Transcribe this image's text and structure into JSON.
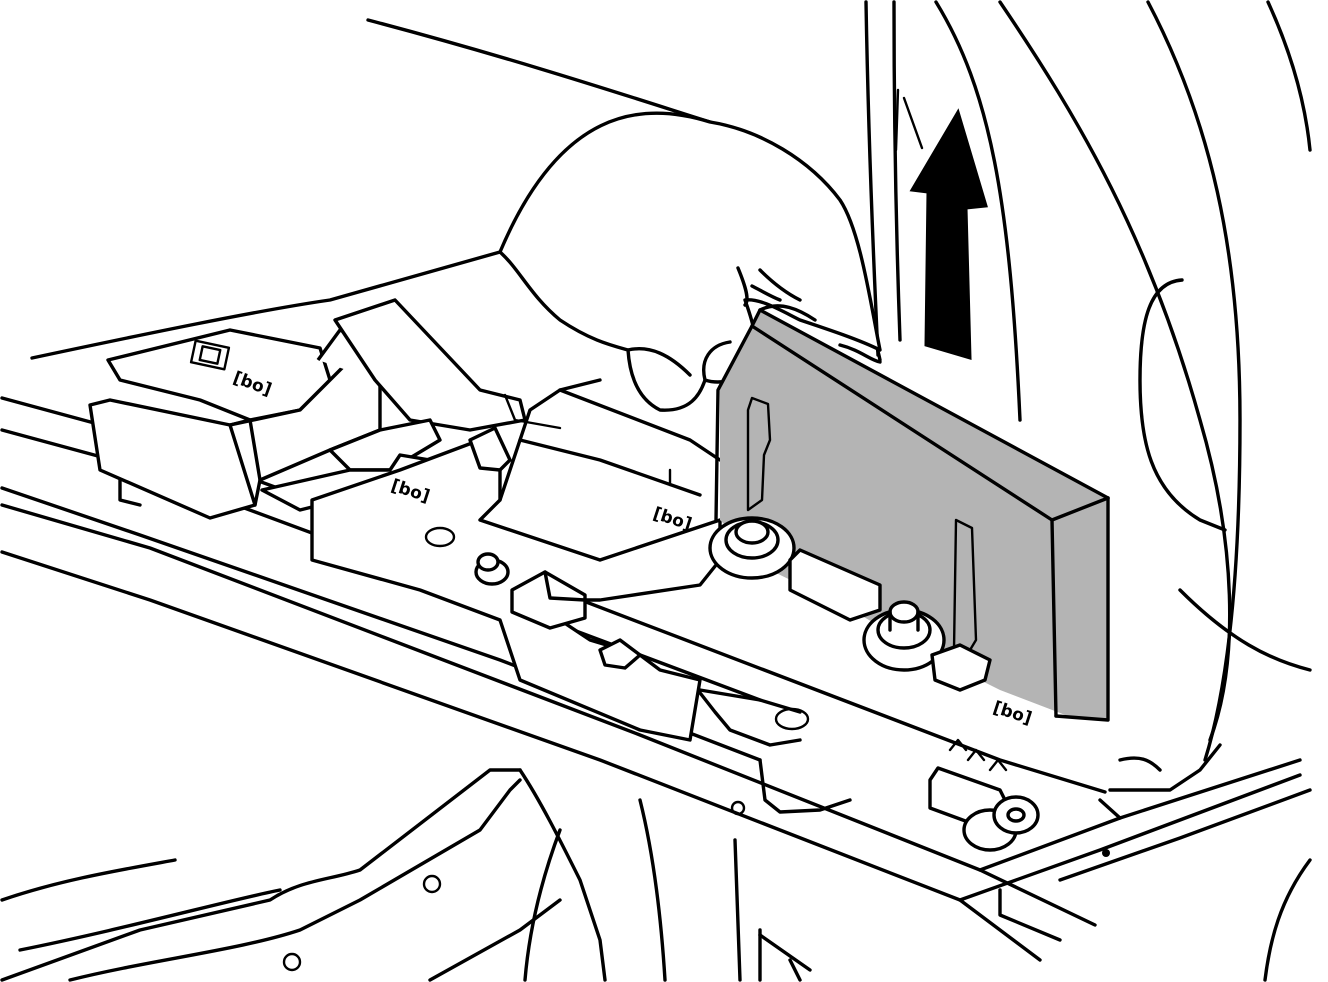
{
  "figure": {
    "type": "service-illustration",
    "highlighted_part_color": "#b4b4b4",
    "arrow": "up-arrow",
    "connector_labels": [
      "[bo]",
      "[bo]",
      "[bo]",
      "[bo]"
    ]
  }
}
